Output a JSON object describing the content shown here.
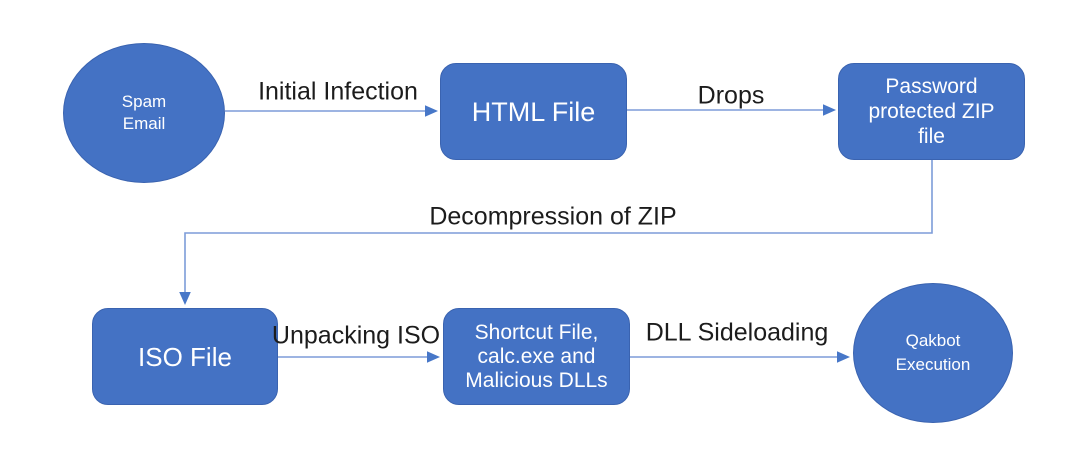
{
  "diagram": {
    "description": "Qakbot malware infection chain flowchart",
    "nodes": {
      "spam_email": {
        "shape": "ellipse",
        "lines": [
          "Spam",
          "Email"
        ]
      },
      "html_file": {
        "shape": "rounded-rect",
        "lines": [
          "HTML File"
        ]
      },
      "zip_file": {
        "shape": "rounded-rect",
        "lines": [
          "Password",
          "protected ZIP",
          "file"
        ]
      },
      "iso_file": {
        "shape": "rounded-rect",
        "lines": [
          "ISO File"
        ]
      },
      "shortcut_file": {
        "shape": "rounded-rect",
        "lines": [
          "Shortcut File,",
          "calc.exe and",
          "Malicious DLLs"
        ]
      },
      "qakbot": {
        "shape": "ellipse",
        "lines": [
          "Qakbot",
          "Execution"
        ]
      }
    },
    "edges": {
      "initial_infection": {
        "from": "spam_email",
        "to": "html_file",
        "label": "Initial Infection"
      },
      "drops": {
        "from": "html_file",
        "to": "zip_file",
        "label": "Drops"
      },
      "decompression": {
        "from": "zip_file",
        "to": "iso_file",
        "label": "Decompression of ZIP"
      },
      "unpacking": {
        "from": "iso_file",
        "to": "shortcut_file",
        "label": "Unpacking ISO"
      },
      "sideloading": {
        "from": "shortcut_file",
        "to": "qakbot",
        "label": "DLL Sideloading"
      }
    },
    "colors": {
      "node_fill": "#4472C4",
      "node_border": "#3A63B0",
      "node_text": "#FFFFFF",
      "connector_line": "#7D9CD9",
      "arrowhead": "#4777C8",
      "edge_label_text": "#1C1C1C",
      "background": "#FFFFFF"
    }
  }
}
